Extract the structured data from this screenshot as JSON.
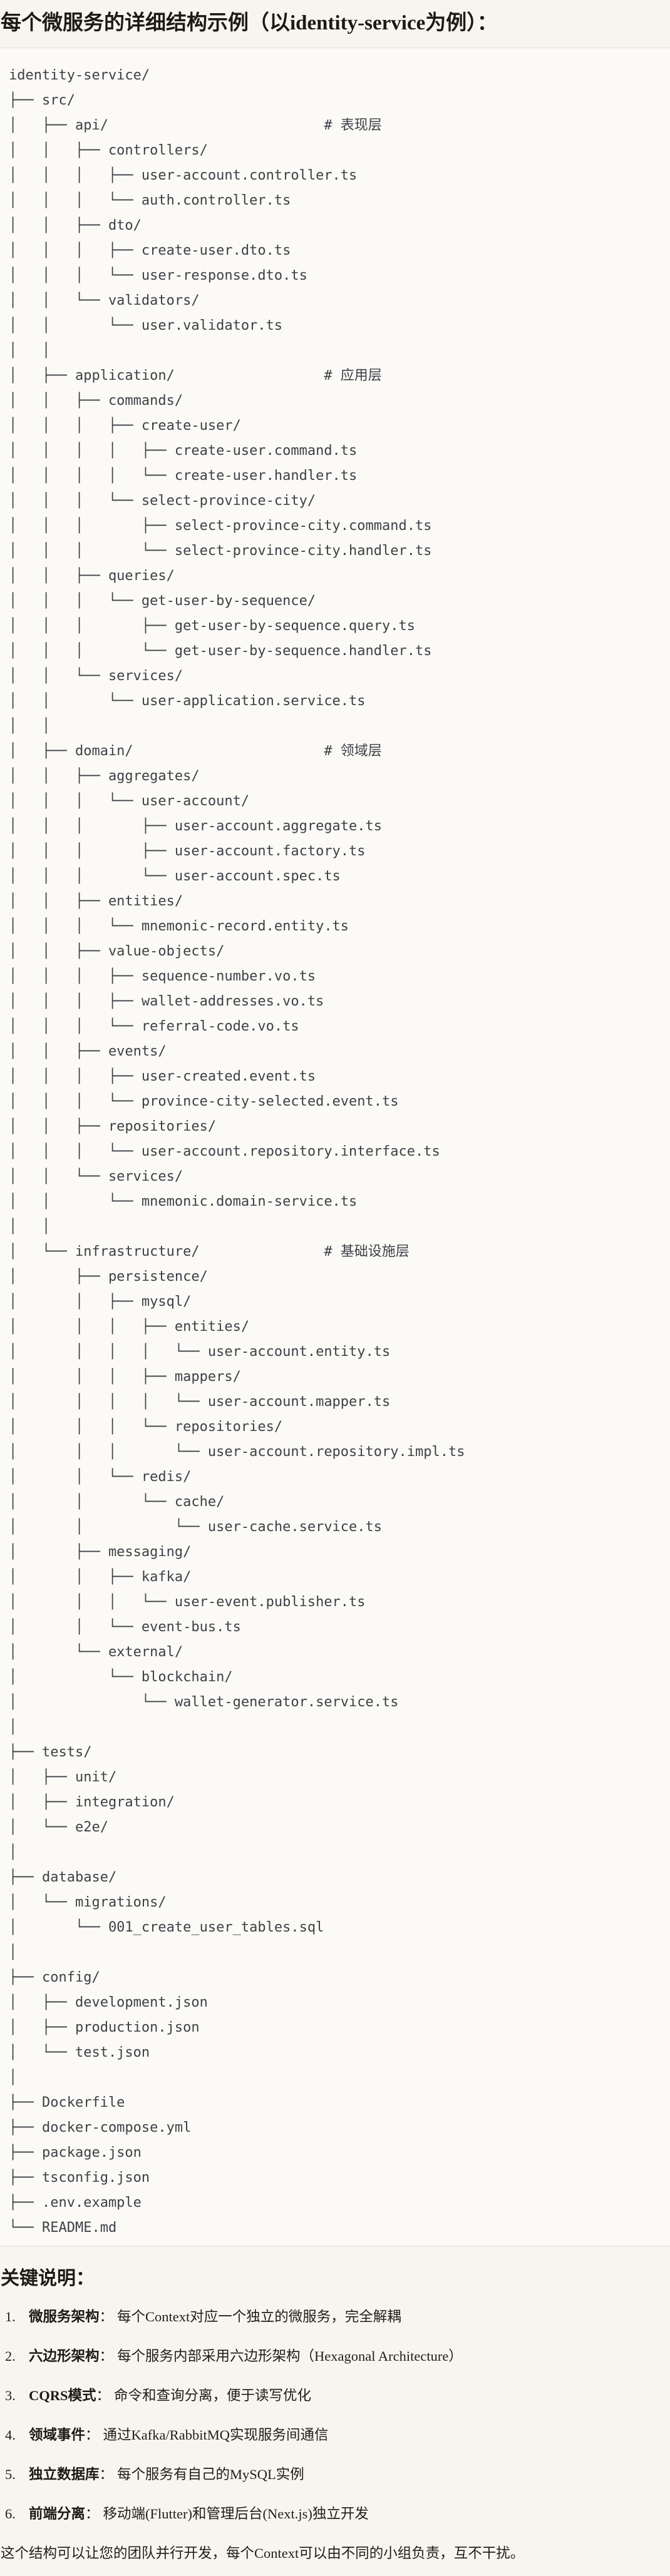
{
  "title": "每个微服务的详细结构示例（以identity-service为例）：",
  "code_block": {
    "lines": [
      "identity-service/",
      "├── src/",
      "│   ├── api/                          # 表现层",
      "│   │   ├── controllers/",
      "│   │   │   ├── user-account.controller.ts",
      "│   │   │   └── auth.controller.ts",
      "│   │   ├── dto/",
      "│   │   │   ├── create-user.dto.ts",
      "│   │   │   └── user-response.dto.ts",
      "│   │   └── validators/",
      "│   │       └── user.validator.ts",
      "│   │",
      "│   ├── application/                  # 应用层",
      "│   │   ├── commands/",
      "│   │   │   ├── create-user/",
      "│   │   │   │   ├── create-user.command.ts",
      "│   │   │   │   └── create-user.handler.ts",
      "│   │   │   └── select-province-city/",
      "│   │   │       ├── select-province-city.command.ts",
      "│   │   │       └── select-province-city.handler.ts",
      "│   │   ├── queries/",
      "│   │   │   └── get-user-by-sequence/",
      "│   │   │       ├── get-user-by-sequence.query.ts",
      "│   │   │       └── get-user-by-sequence.handler.ts",
      "│   │   └── services/",
      "│   │       └── user-application.service.ts",
      "│   │",
      "│   ├── domain/                       # 领域层",
      "│   │   ├── aggregates/",
      "│   │   │   └── user-account/",
      "│   │   │       ├── user-account.aggregate.ts",
      "│   │   │       ├── user-account.factory.ts",
      "│   │   │       └── user-account.spec.ts",
      "│   │   ├── entities/",
      "│   │   │   └── mnemonic-record.entity.ts",
      "│   │   ├── value-objects/",
      "│   │   │   ├── sequence-number.vo.ts",
      "│   │   │   ├── wallet-addresses.vo.ts",
      "│   │   │   └── referral-code.vo.ts",
      "│   │   ├── events/",
      "│   │   │   ├── user-created.event.ts",
      "│   │   │   └── province-city-selected.event.ts",
      "│   │   ├── repositories/",
      "│   │   │   └── user-account.repository.interface.ts",
      "│   │   └── services/",
      "│   │       └── mnemonic.domain-service.ts",
      "│   │",
      "│   └── infrastructure/               # 基础设施层",
      "│       ├── persistence/",
      "│       │   ├── mysql/",
      "│       │   │   ├── entities/",
      "│       │   │   │   └── user-account.entity.ts",
      "│       │   │   ├── mappers/",
      "│       │   │   │   └── user-account.mapper.ts",
      "│       │   │   └── repositories/",
      "│       │   │       └── user-account.repository.impl.ts",
      "│       │   └── redis/",
      "│       │       └── cache/",
      "│       │           └── user-cache.service.ts",
      "│       ├── messaging/",
      "│       │   ├── kafka/",
      "│       │   │   └── user-event.publisher.ts",
      "│       │   └── event-bus.ts",
      "│       └── external/",
      "│           └── blockchain/",
      "│               └── wallet-generator.service.ts",
      "│",
      "├── tests/",
      "│   ├── unit/",
      "│   ├── integration/",
      "│   └── e2e/",
      "│",
      "├── database/",
      "│   └── migrations/",
      "│       └── 001_create_user_tables.sql",
      "│",
      "├── config/",
      "│   ├── development.json",
      "│   ├── production.json",
      "│   └── test.json",
      "│",
      "├── Dockerfile",
      "├── docker-compose.yml",
      "├── package.json",
      "├── tsconfig.json",
      "├── .env.example",
      "└── README.md"
    ]
  },
  "notes": {
    "heading": "关键说明：",
    "items": [
      {
        "num": "1.",
        "term": "微服务架构",
        "sep": "：",
        "text": "每个Context对应一个独立的微服务，完全解耦"
      },
      {
        "num": "2.",
        "term": "六边形架构",
        "sep": "：",
        "text": "每个服务内部采用六边形架构（Hexagonal Architecture）"
      },
      {
        "num": "3.",
        "term": "CQRS模式",
        "sep": "：",
        "text": "命令和查询分离，便于读写优化"
      },
      {
        "num": "4.",
        "term": "领域事件",
        "sep": "：",
        "text": "通过Kafka/RabbitMQ实现服务间通信"
      },
      {
        "num": "5.",
        "term": "独立数据库",
        "sep": "：",
        "text": "每个服务有自己的MySQL实例"
      },
      {
        "num": "6.",
        "term": "前端分离",
        "sep": "：",
        "text": "移动端(Flutter)和管理后台(Next.js)独立开发"
      }
    ],
    "closing": "这个结构可以让您的团队并行开发，每个Context可以由不同的小组负责，互不干扰。"
  },
  "colors": {
    "page_bg": "#F6F5EF",
    "code_bg": "#FBFAF6",
    "code_border": "#E5E2DA",
    "tree_text": "#3D4147",
    "heading_text": "#1C1A15",
    "body_text": "#211E19"
  }
}
